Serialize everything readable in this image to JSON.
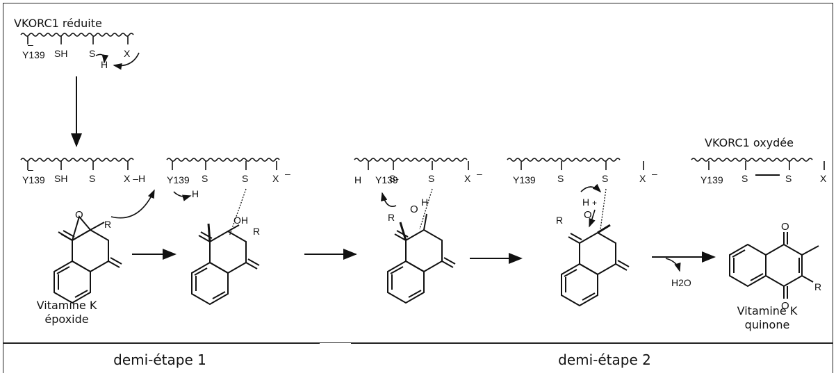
{
  "labels": {
    "reduced": "VKORC1 réduite",
    "oxidized": "VKORC1 oxydée",
    "epoxide_l1": "Vitamine K",
    "epoxide_l2": "époxide",
    "quinone_l1": "Vitamine K",
    "quinone_l2": "quinone",
    "water": "H2O"
  },
  "residues": {
    "y139": "Y139",
    "sh": "SH",
    "s": "S",
    "s_minus": "S-",
    "x": "X",
    "x_h": "X –H",
    "h": "H",
    "oh": "OH",
    "o": "O",
    "r": "R",
    "minus": "–",
    "plus": "+"
  },
  "steps": {
    "half_step_1": "demi-étape 1",
    "half_step_2": "demi-étape 2"
  },
  "colors": {
    "ink": "#111111",
    "frame": "#222222",
    "background": "#ffffff"
  }
}
